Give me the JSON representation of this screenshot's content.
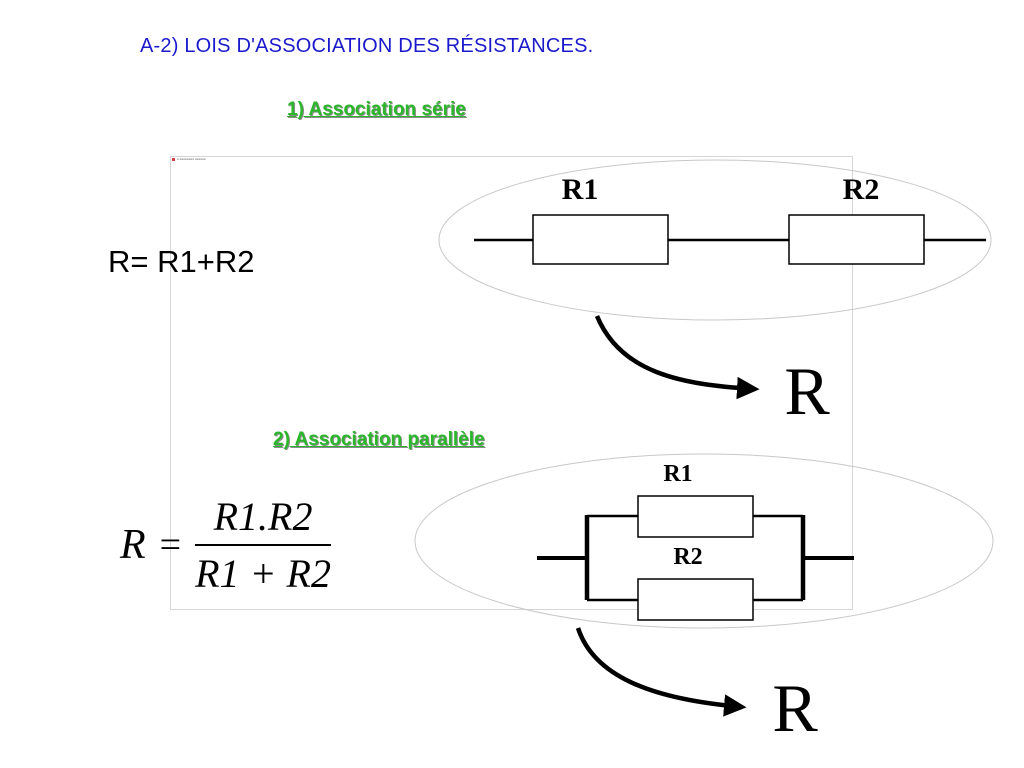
{
  "title": "A-2) LOIS D'ASSOCIATION DES RÉSISTANCES.",
  "series": {
    "heading": "1) Association série",
    "formula": "R= R1+R2",
    "r1_label": "R1",
    "r2_label": "R2",
    "result_label": "R"
  },
  "parallel": {
    "heading": "2) Association parallèle",
    "formula": {
      "lhs": "R",
      "equals": "=",
      "numerator": "R1.R2",
      "denominator": "R1 + R2"
    },
    "r1_label": "R1",
    "r2_label": "R2",
    "result_label": "R"
  },
  "frame_caption": "■ ■■■■■■■■ ■■■■■■"
}
